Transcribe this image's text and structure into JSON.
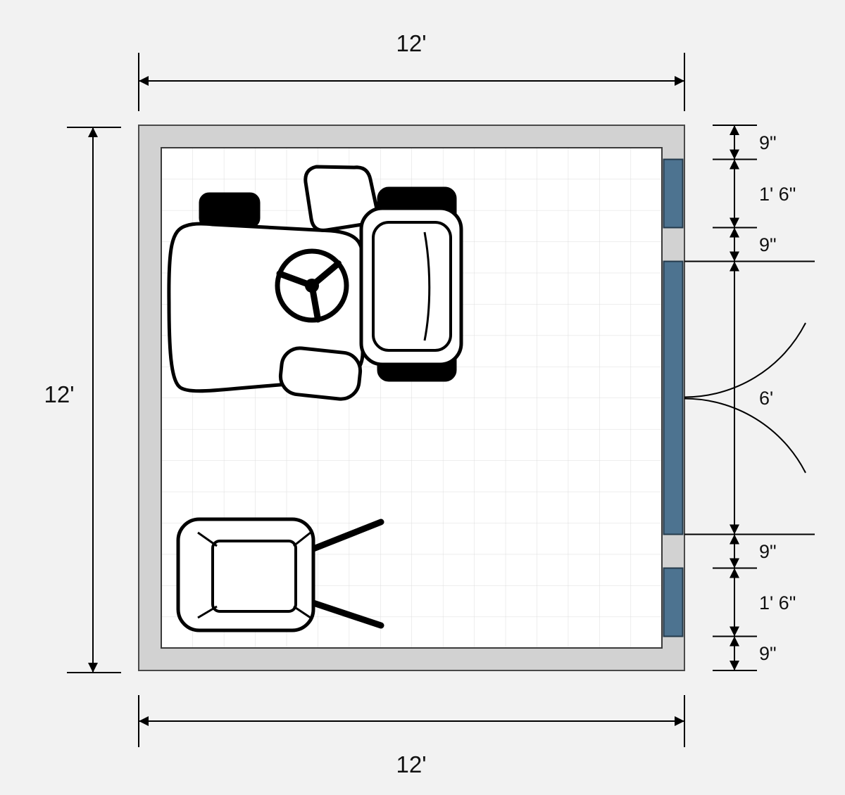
{
  "diagram": {
    "type": "floor-plan",
    "room": {
      "width_label_top": "12'",
      "width_label_bottom": "12'",
      "height_label_left": "12'"
    },
    "right_wall": {
      "segments": [
        {
          "label": "9\""
        },
        {
          "label": "1' 6\""
        },
        {
          "label": "9\""
        },
        {
          "label": "6'"
        },
        {
          "label": "9\""
        },
        {
          "label": "1' 6\""
        },
        {
          "label": "9\""
        }
      ]
    },
    "icons": [
      "riding-mower-icon",
      "wheelbarrow-icon",
      "window-icon",
      "double-door-icon"
    ]
  },
  "colors": {
    "background": "#f2f2f2",
    "wall_fill": "#d2d2d2",
    "wall_outline": "#4a4a4a",
    "floor": "#ffffff",
    "grid_line": "#dcdcdc",
    "window_fill": "#4d7390",
    "window_outline": "#24394a",
    "dimension_line": "#000000"
  }
}
